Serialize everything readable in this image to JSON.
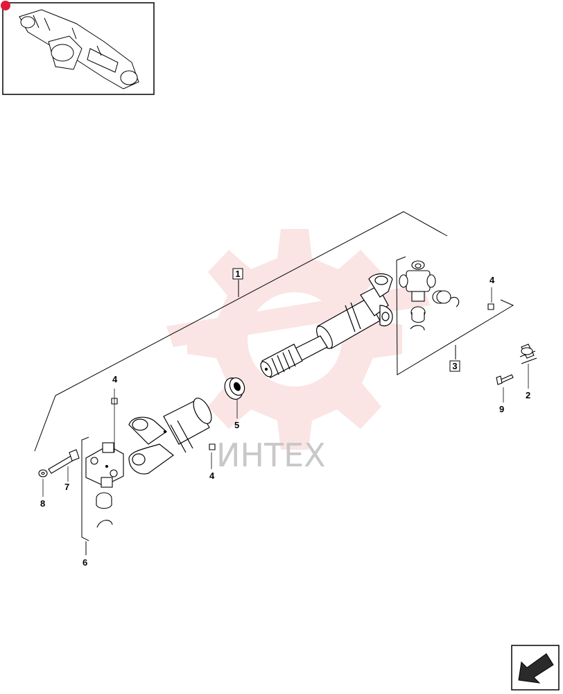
{
  "diagram": {
    "watermark_text": "ИНТЕХ",
    "callouts": [
      {
        "id": "1",
        "label": "1",
        "boxed": true
      },
      {
        "id": "2",
        "label": "2",
        "boxed": false
      },
      {
        "id": "3",
        "label": "3",
        "boxed": true
      },
      {
        "id": "4a",
        "label": "4",
        "boxed": false
      },
      {
        "id": "4b",
        "label": "4",
        "boxed": false
      },
      {
        "id": "4c",
        "label": "4",
        "boxed": false
      },
      {
        "id": "5",
        "label": "5",
        "boxed": false
      },
      {
        "id": "6",
        "label": "6",
        "boxed": false
      },
      {
        "id": "7",
        "label": "7",
        "boxed": false
      },
      {
        "id": "8",
        "label": "8",
        "boxed": false
      },
      {
        "id": "9",
        "label": "9",
        "boxed": false
      }
    ],
    "colors": {
      "line": "#000000",
      "watermark": "#f2b3b3",
      "marker": "#e0193a",
      "nav_fill": "#2a2a2a"
    },
    "icons": [
      "axle-thumbnail",
      "next-page-arrow-icon",
      "gear-watermark"
    ]
  }
}
